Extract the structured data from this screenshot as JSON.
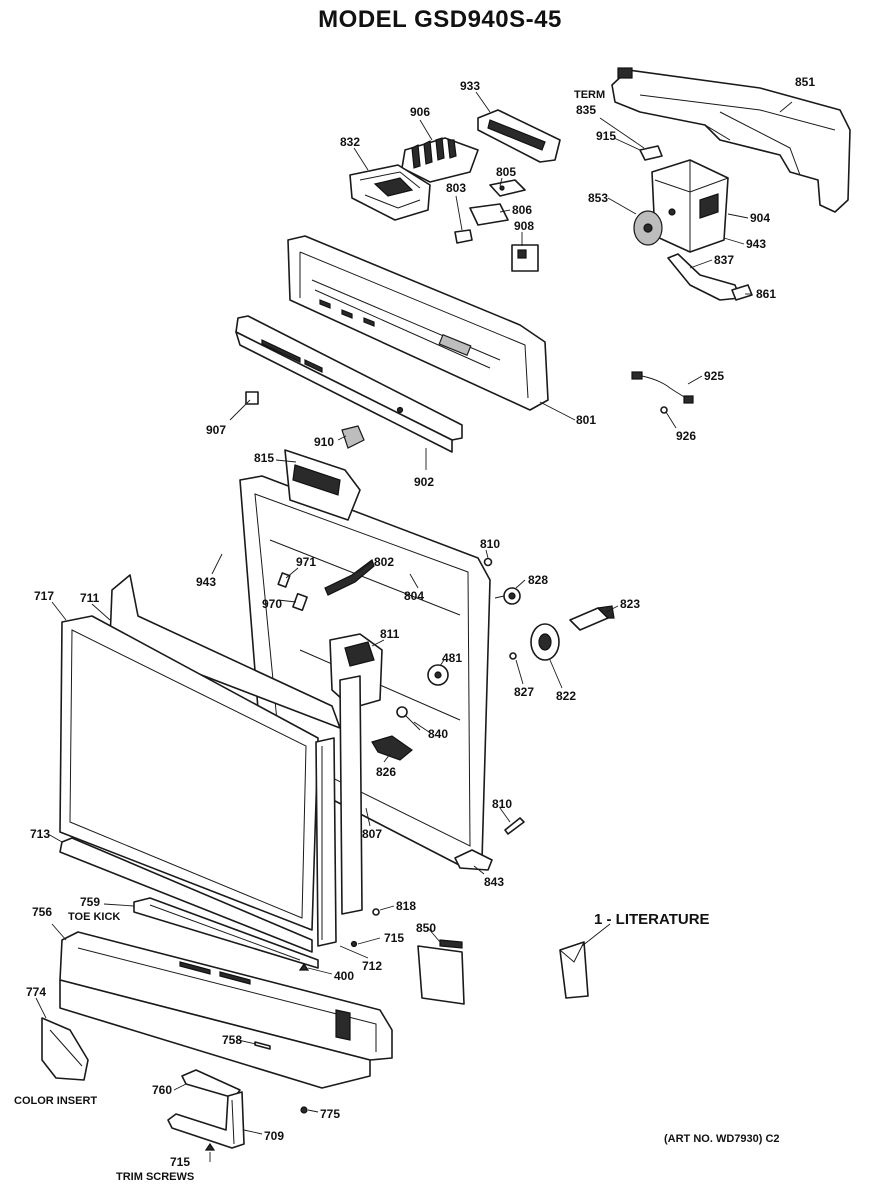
{
  "title": "MODEL GSD940S-45",
  "art_number": "(ART NO. WD7930) C2",
  "literature_label": "1 - LITERATURE",
  "notes": {
    "term": "TERM",
    "toe_kick": "TOE KICK",
    "color_insert": "COLOR INSERT",
    "trim_screws": "TRIM SCREWS"
  },
  "callouts": [
    {
      "id": "851",
      "text": "851"
    },
    {
      "id": "933",
      "text": "933"
    },
    {
      "id": "906",
      "text": "906"
    },
    {
      "id": "835",
      "text": "835"
    },
    {
      "id": "915",
      "text": "915"
    },
    {
      "id": "832",
      "text": "832"
    },
    {
      "id": "805",
      "text": "805"
    },
    {
      "id": "803",
      "text": "803"
    },
    {
      "id": "806",
      "text": "806"
    },
    {
      "id": "853",
      "text": "853"
    },
    {
      "id": "904",
      "text": "904"
    },
    {
      "id": "908",
      "text": "908"
    },
    {
      "id": "943a",
      "text": "943"
    },
    {
      "id": "837",
      "text": "837"
    },
    {
      "id": "861",
      "text": "861"
    },
    {
      "id": "925",
      "text": "925"
    },
    {
      "id": "801",
      "text": "801"
    },
    {
      "id": "907",
      "text": "907"
    },
    {
      "id": "926",
      "text": "926"
    },
    {
      "id": "910",
      "text": "910"
    },
    {
      "id": "902",
      "text": "902"
    },
    {
      "id": "815",
      "text": "815"
    },
    {
      "id": "810a",
      "text": "810"
    },
    {
      "id": "802",
      "text": "802"
    },
    {
      "id": "943b",
      "text": "943"
    },
    {
      "id": "971",
      "text": "971"
    },
    {
      "id": "828",
      "text": "828"
    },
    {
      "id": "804",
      "text": "804"
    },
    {
      "id": "970",
      "text": "970"
    },
    {
      "id": "717",
      "text": "717"
    },
    {
      "id": "711",
      "text": "711"
    },
    {
      "id": "823",
      "text": "823"
    },
    {
      "id": "811",
      "text": "811"
    },
    {
      "id": "481",
      "text": "481"
    },
    {
      "id": "827",
      "text": "827"
    },
    {
      "id": "822",
      "text": "822"
    },
    {
      "id": "840",
      "text": "840"
    },
    {
      "id": "826",
      "text": "826"
    },
    {
      "id": "810b",
      "text": "810"
    },
    {
      "id": "713",
      "text": "713"
    },
    {
      "id": "807",
      "text": "807"
    },
    {
      "id": "843",
      "text": "843"
    },
    {
      "id": "759",
      "text": "759"
    },
    {
      "id": "818",
      "text": "818"
    },
    {
      "id": "756",
      "text": "756"
    },
    {
      "id": "715a",
      "text": "715"
    },
    {
      "id": "850",
      "text": "850"
    },
    {
      "id": "712",
      "text": "712"
    },
    {
      "id": "400",
      "text": "400"
    },
    {
      "id": "774",
      "text": "774"
    },
    {
      "id": "758",
      "text": "758"
    },
    {
      "id": "760",
      "text": "760"
    },
    {
      "id": "775",
      "text": "775"
    },
    {
      "id": "709",
      "text": "709"
    },
    {
      "id": "715b",
      "text": "715"
    }
  ]
}
